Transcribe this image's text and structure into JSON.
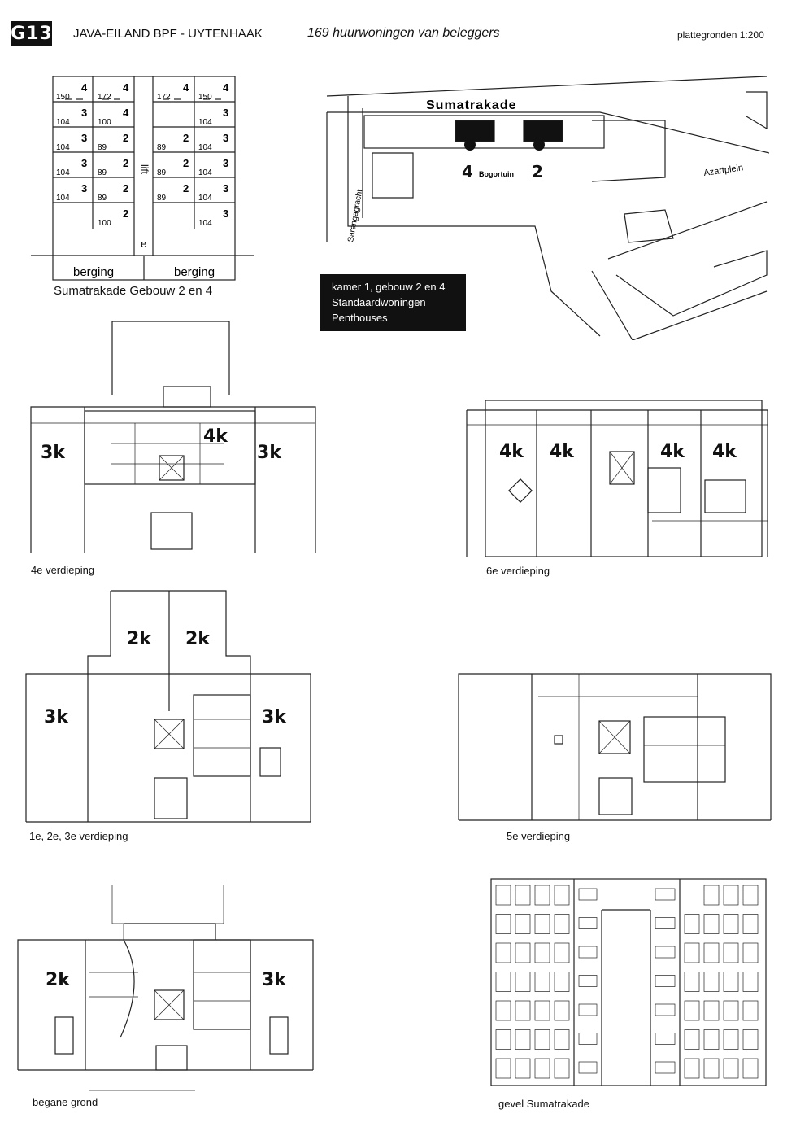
{
  "header": {
    "code": "G13",
    "project": "JAVA-EILAND BPF - UYTENHAAK",
    "subtitle": "169 huurwoningen van beleggers",
    "scale": "plattegronden 1:200"
  },
  "key_plan": {
    "caption": "Sumatrakade Gebouw 2 en 4",
    "lift_label": "lift",
    "e_label": "e",
    "storage_left": "berging",
    "storage_right": "berging",
    "left_units": [
      {
        "a": "150",
        "b": "172",
        "r1": "4",
        "r2": "4"
      },
      {
        "a": "104",
        "b": "100",
        "r1": "3",
        "r2": "4"
      },
      {
        "a": "104",
        "b": "89",
        "r1": "3",
        "r2": "2"
      },
      {
        "a": "104",
        "b": "89",
        "r1": "3",
        "r2": "2"
      },
      {
        "a": "104",
        "b": "89",
        "r1": "3",
        "r2": "2"
      },
      {
        "a": "",
        "b": "100",
        "r1": "",
        "r2": "2"
      }
    ],
    "right_units": [
      {
        "a": "172",
        "b": "150",
        "r1": "4",
        "r2": "4"
      },
      {
        "a": "",
        "b": "104",
        "r1": "",
        "r2": "3"
      },
      {
        "a": "89",
        "b": "104",
        "r1": "2",
        "r2": "3"
      },
      {
        "a": "89",
        "b": "104",
        "r1": "2",
        "r2": "3"
      },
      {
        "a": "89",
        "b": "104",
        "r1": "2",
        "r2": "3"
      },
      {
        "a": "",
        "b": "104",
        "r1": "",
        "r2": "3"
      }
    ]
  },
  "site_map": {
    "street": "Sumatrakade",
    "canal": "Sarangagracht",
    "square": "Azartplein",
    "garden": "Bogortuin",
    "building_left": "4",
    "building_right": "2"
  },
  "legend": {
    "line1": "kamer 1, gebouw 2 en 4",
    "line2": "Standaardwoningen",
    "line3": "Penthouses"
  },
  "plans": {
    "fourth": {
      "caption": "4e verdieping",
      "units": [
        "3k",
        "4k",
        "3k"
      ]
    },
    "sixth": {
      "caption": "6e verdieping",
      "units": [
        "4k",
        "4k",
        "4k",
        "4k"
      ]
    },
    "first_third": {
      "caption": "1e, 2e, 3e verdieping",
      "units": [
        "2k",
        "2k",
        "3k",
        "3k"
      ]
    },
    "fifth": {
      "caption": "5e verdieping"
    },
    "ground": {
      "caption": "begane grond",
      "units": [
        "2k",
        "3k"
      ]
    },
    "facade": {
      "caption": "gevel Sumatrakade"
    }
  }
}
